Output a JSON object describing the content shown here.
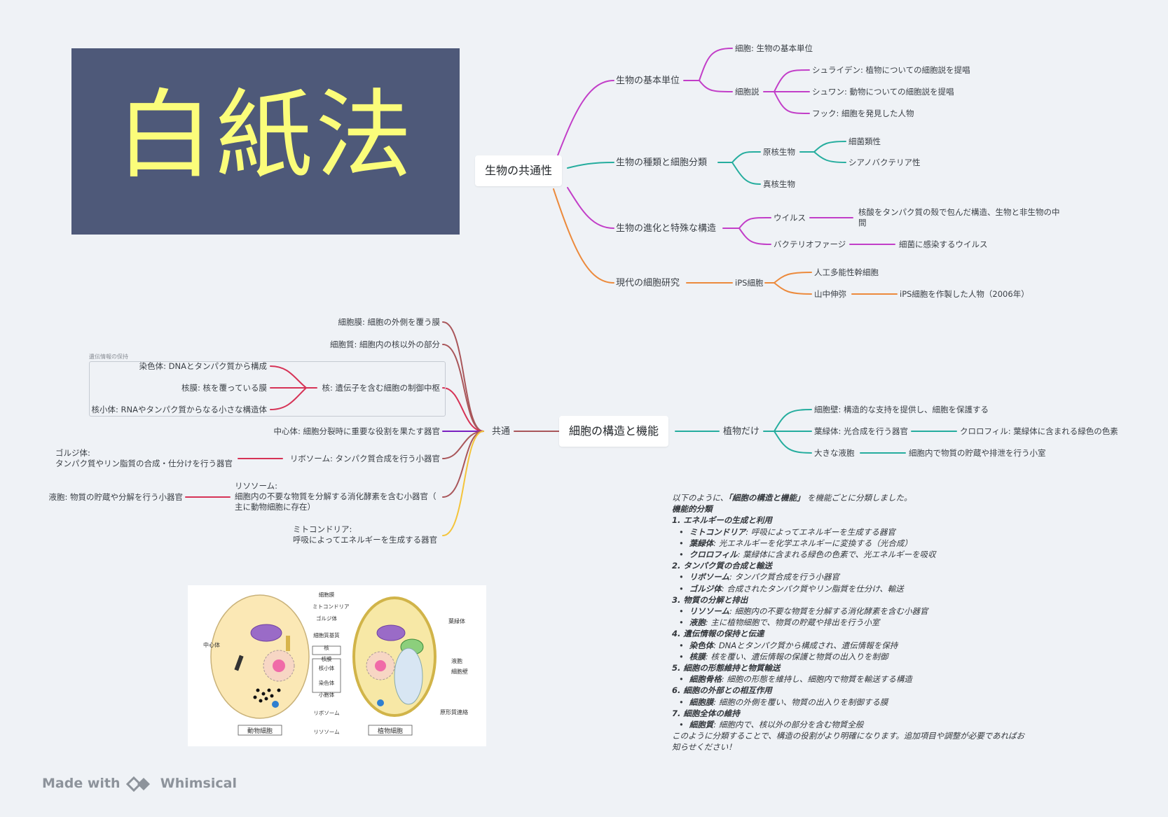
{
  "banner": {
    "title": "白紙法"
  },
  "map1": {
    "root": "生物の共通性",
    "b1": {
      "label": "生物の基本単位",
      "c1": "細胞: 生物の基本単位",
      "c2": "細胞説",
      "c2_items": [
        "シュライデン: 植物についての細胞説を提唱",
        "シュワン: 動物についての細胞説を提唱",
        "フック: 細胞を発見した人物"
      ]
    },
    "b2": {
      "label": "生物の種類と細胞分類",
      "c1": "原核生物",
      "c1_items": [
        "細菌類性",
        "シアノバクテリア性"
      ],
      "c2": "真核生物"
    },
    "b3": {
      "label": "生物の進化と特殊な構造",
      "c1": "ウイルス",
      "c1_desc_1": "核酸をタンパク質の殻で包んだ構造、生物と非生物の中",
      "c1_desc_2": "間",
      "c2": "バクテリオファージ",
      "c2_desc": "細菌に感染するウイルス"
    },
    "b4": {
      "label": "現代の細胞研究",
      "c1": "iPS細胞",
      "c1_items": [
        "人工多能性幹細胞",
        "山中伸弥"
      ],
      "c1_desc": "iPS細胞を作製した人物（2006年）"
    }
  },
  "map2": {
    "root": "細胞の構造と機能",
    "common": "共通",
    "plant": "植物だけ",
    "plant_items": [
      "細胞壁: 構造的な支持を提供し、細胞を保護する",
      "葉緑体: 光合成を行う器官",
      "大きな液胞"
    ],
    "plant_desc_1": "クロロフィル: 葉緑体に含まれる緑色の色素",
    "plant_desc_2": "細胞内で物質の貯蔵や排泄を行う小室",
    "c_membrane": "細胞膜: 細胞の外側を覆う膜",
    "c_cytoplasm": "細胞質: 細胞内の核以外の部分",
    "box_label": "遺伝情報の保持",
    "nucleus": "核: 遺伝子を含む細胞の制御中枢",
    "nucleus_items": [
      "染色体: DNAとタンパク質から構成",
      "核膜: 核を覆っている膜",
      "核小体: RNAやタンパク質からなる小さな構造体"
    ],
    "centrosome": "中心体: 細胞分裂時に重要な役割を果たす器官",
    "ribosome": "リボソーム: タンパク質合成を行う小器官",
    "golgi": "ゴルジ体:\nタンパク質やリン脂質の合成・仕分けを行う器官",
    "lysosome": "リソソーム:\n細胞内の不要な物質を分解する消化酵素を含む小器官（\n主に動物細胞に存在）",
    "vacuole": "液胞: 物質の貯蔵や分解を行う小器官",
    "mitochondria": "ミトコンドリア:\n呼吸によってエネルギーを生成する器官"
  },
  "notes": {
    "intro_pre": "以下のように、",
    "intro_em": "「細胞の構造と機能」",
    "intro_post": " を機能ごとに分類しました。",
    "heading": "機能的分類",
    "sections": [
      {
        "title": "1. エネルギーの生成と利用",
        "items": [
          {
            "term": "ミトコンドリア",
            "desc": ": 呼吸によってエネルギーを生成する器官"
          },
          {
            "term": "葉緑体",
            "desc": ": 光エネルギーを化学エネルギーに変換する（光合成）"
          },
          {
            "term": "クロロフィル",
            "desc": ": 葉緑体に含まれる緑色の色素で、光エネルギーを吸収"
          }
        ]
      },
      {
        "title": "2. タンパク質の合成と輸送",
        "items": [
          {
            "term": "リボソーム",
            "desc": ": タンパク質合成を行う小器官"
          },
          {
            "term": "ゴルジ体",
            "desc": ": 合成されたタンパク質やリン脂質を仕分け、輸送"
          }
        ]
      },
      {
        "title": "3. 物質の分解と排出",
        "items": [
          {
            "term": "リソソーム",
            "desc": ": 細胞内の不要な物質を分解する消化酵素を含む小器官"
          },
          {
            "term": "液胞",
            "desc": ": 主に植物細胞で、物質の貯蔵や排出を行う小室"
          }
        ]
      },
      {
        "title": "4. 遺伝情報の保持と伝達",
        "items": [
          {
            "term": "染色体",
            "desc": ": DNAとタンパク質から構成され、遺伝情報を保持"
          },
          {
            "term": "核膜",
            "desc": ": 核を覆い、遺伝情報の保護と物質の出入りを制御"
          }
        ]
      },
      {
        "title": "5. 細胞の形態維持と物質輸送",
        "items": [
          {
            "term": "細胞骨格",
            "desc": ": 細胞の形態を維持し、細胞内で物質を輸送する構造"
          }
        ]
      },
      {
        "title": "6. 細胞の外部との相互作用",
        "items": [
          {
            "term": "細胞膜",
            "desc": ": 細胞の外側を覆い、物質の出入りを制御する膜"
          }
        ]
      },
      {
        "title": "7. 細胞全体の維持",
        "items": [
          {
            "term": "細胞質",
            "desc": ": 細胞内で、核以外の部分を含む物質全般"
          }
        ]
      }
    ],
    "outro": "このように分類することで、構造の役割がより明確になります。追加項目や調整が必要であればお\n知らせください！"
  },
  "cell_figure": {
    "labels_center": [
      "細胞膜",
      "ミトコンドリア",
      "ゴルジ体",
      "細胞質基質",
      "核",
      "核膜",
      "核小体",
      "染色体",
      "小胞体",
      "リボソーム",
      "リソソーム"
    ],
    "label_centrosome": "中心体",
    "label_chloroplast": "葉緑体",
    "label_vacuole": "液胞",
    "label_wall": "細胞壁",
    "label_plasmodesma": "原形質連絡",
    "caption_animal": "動物細胞",
    "caption_plant": "植物細胞"
  },
  "footer": {
    "made_with": "Made with",
    "brand": "Whimsical"
  },
  "colors": {
    "magenta": "#c23ec8",
    "teal": "#25ad9e",
    "orange": "#ec8a3c",
    "crimson": "#d63356",
    "brown": "#a9565a",
    "purple": "#7a20c0",
    "yellow": "#f4c43a",
    "banner_bg": "#4e5979",
    "banner_text": "#fbfd7a"
  }
}
